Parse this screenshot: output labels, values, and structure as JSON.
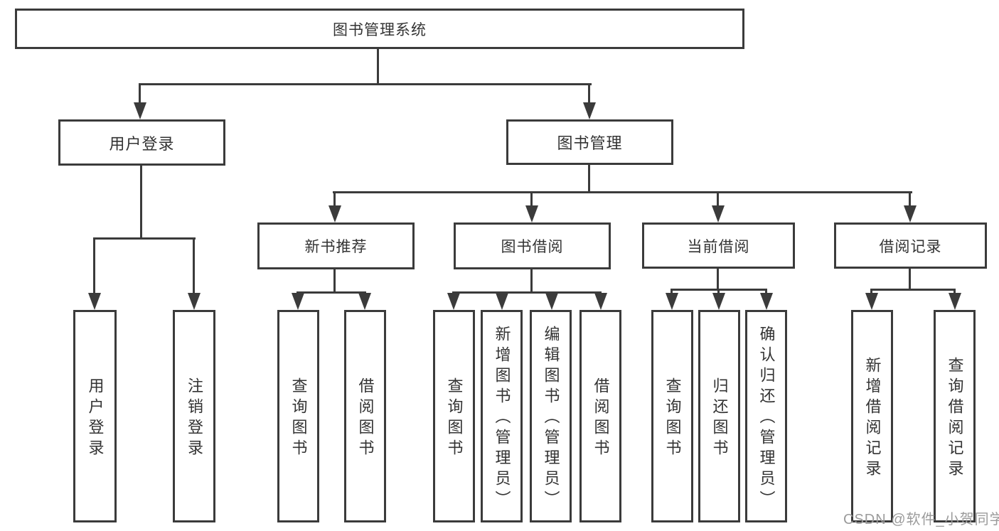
{
  "tree": {
    "label": "图书管理系统",
    "children": [
      {
        "label": "用户登录",
        "children": [
          {
            "label": "用户登录"
          },
          {
            "label": "注销登录"
          }
        ]
      },
      {
        "label": "图书管理",
        "children": [
          {
            "label": "新书推荐",
            "children": [
              {
                "label": "查询图书"
              },
              {
                "label": "借阅图书"
              }
            ]
          },
          {
            "label": "图书借阅",
            "children": [
              {
                "label": "查询图书"
              },
              {
                "label": "新增图书（管理员）"
              },
              {
                "label": "编辑图书（管理员）"
              },
              {
                "label": "借阅图书"
              }
            ]
          },
          {
            "label": "当前借阅",
            "children": [
              {
                "label": "查询图书"
              },
              {
                "label": "归还图书"
              },
              {
                "label": "确认归还（管理员）"
              }
            ]
          },
          {
            "label": "借阅记录",
            "children": [
              {
                "label": "新增借阅记录"
              },
              {
                "label": "查询借阅记录"
              }
            ]
          }
        ]
      }
    ]
  },
  "watermark": "CSDN @软件_小贺同学",
  "theme": {
    "line_color": "#3b3b3b",
    "text_color": "#333333",
    "bg_color": "#ffffff",
    "watermark_color": "#9b9b9b"
  }
}
